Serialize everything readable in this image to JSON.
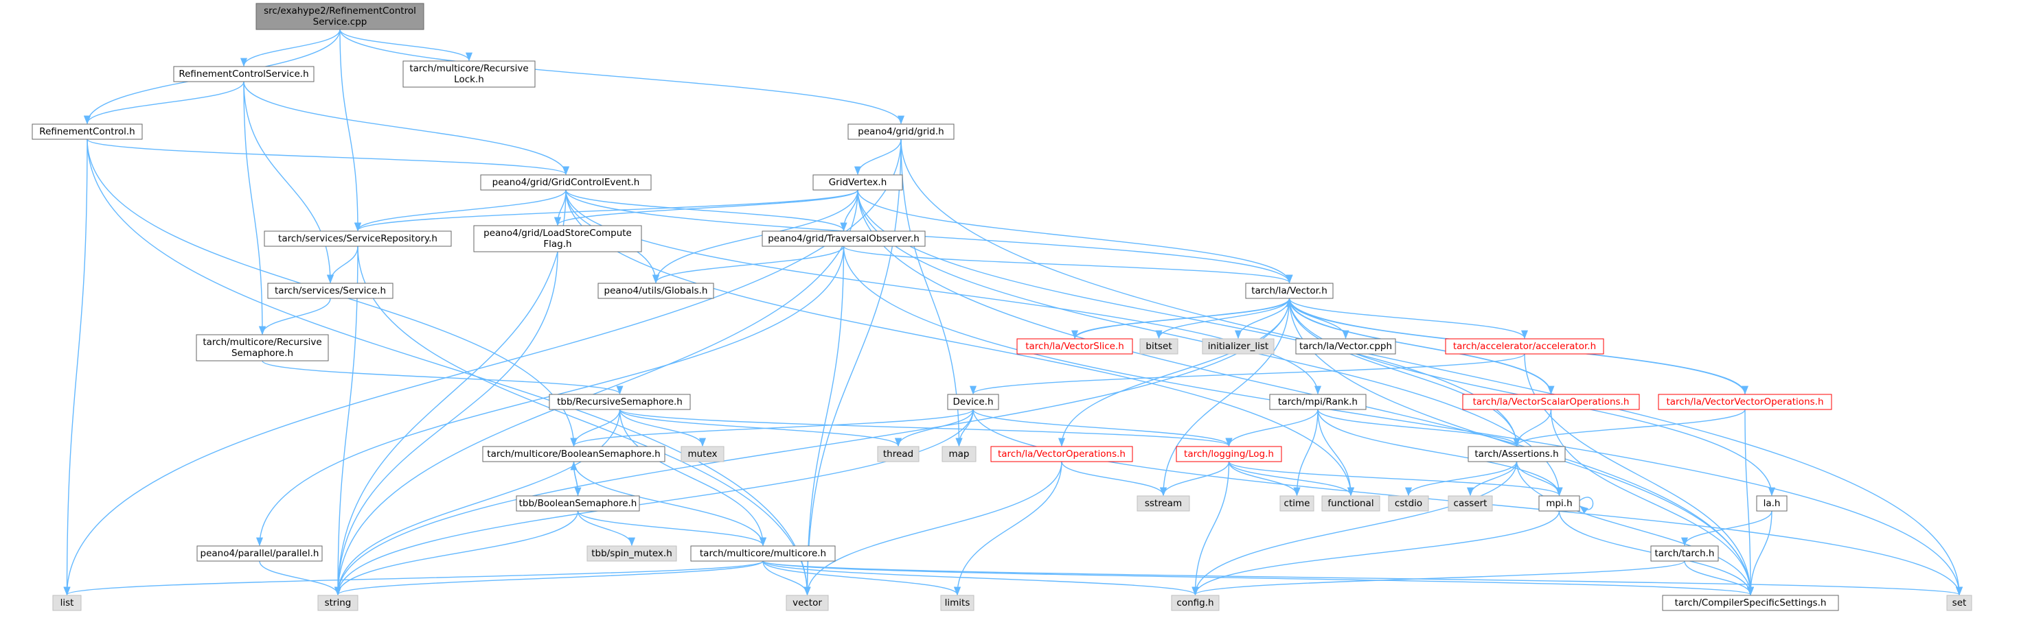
{
  "nodes": {
    "root": {
      "lines": [
        "src/exahype2/RefinementControl",
        "Service.cpp"
      ],
      "style": "root"
    },
    "rcs_h": {
      "lines": [
        "RefinementControlService.h"
      ],
      "style": "normal"
    },
    "rlock": {
      "lines": [
        "tarch/multicore/Recursive",
        "Lock.h"
      ],
      "style": "normal"
    },
    "rc_h": {
      "lines": [
        "RefinementControl.h"
      ],
      "style": "normal"
    },
    "grid_h": {
      "lines": [
        "peano4/grid/grid.h"
      ],
      "style": "normal"
    },
    "gce": {
      "lines": [
        "peano4/grid/GridControlEvent.h"
      ],
      "style": "normal"
    },
    "gv": {
      "lines": [
        "GridVertex.h"
      ],
      "style": "normal"
    },
    "srepo": {
      "lines": [
        "tarch/services/ServiceRepository.h"
      ],
      "style": "normal"
    },
    "lscf": {
      "lines": [
        "peano4/grid/LoadStoreCompute",
        "Flag.h"
      ],
      "style": "normal"
    },
    "tobs": {
      "lines": [
        "peano4/grid/TraversalObserver.h"
      ],
      "style": "normal"
    },
    "service": {
      "lines": [
        "tarch/services/Service.h"
      ],
      "style": "normal"
    },
    "globals": {
      "lines": [
        "peano4/utils/Globals.h"
      ],
      "style": "normal"
    },
    "vec": {
      "lines": [
        "tarch/la/Vector.h"
      ],
      "style": "normal"
    },
    "rsem": {
      "lines": [
        "tarch/multicore/Recursive",
        "Semaphore.h"
      ],
      "style": "normal"
    },
    "vslice": {
      "lines": [
        "tarch/la/VectorSlice.h"
      ],
      "style": "red"
    },
    "bitset": {
      "lines": [
        "bitset"
      ],
      "style": "gray"
    },
    "initlist": {
      "lines": [
        "initializer_list"
      ],
      "style": "gray"
    },
    "veccpph": {
      "lines": [
        "tarch/la/Vector.cpph"
      ],
      "style": "normal"
    },
    "accel": {
      "lines": [
        "tarch/accelerator/accelerator.h"
      ],
      "style": "red"
    },
    "tbbrsem": {
      "lines": [
        "tbb/RecursiveSemaphore.h"
      ],
      "style": "normal"
    },
    "device": {
      "lines": [
        "Device.h"
      ],
      "style": "normal"
    },
    "rank": {
      "lines": [
        "tarch/mpi/Rank.h"
      ],
      "style": "normal"
    },
    "vsops": {
      "lines": [
        "tarch/la/VectorScalarOperations.h"
      ],
      "style": "red"
    },
    "vvops": {
      "lines": [
        "tarch/la/VectorVectorOperations.h"
      ],
      "style": "red"
    },
    "boolsem": {
      "lines": [
        "tarch/multicore/BooleanSemaphore.h"
      ],
      "style": "normal"
    },
    "mutex": {
      "lines": [
        "mutex"
      ],
      "style": "gray"
    },
    "thread": {
      "lines": [
        "thread"
      ],
      "style": "gray"
    },
    "map": {
      "lines": [
        "map"
      ],
      "style": "gray"
    },
    "vops": {
      "lines": [
        "tarch/la/VectorOperations.h"
      ],
      "style": "red"
    },
    "log": {
      "lines": [
        "tarch/logging/Log.h"
      ],
      "style": "red"
    },
    "assert": {
      "lines": [
        "tarch/Assertions.h"
      ],
      "style": "normal"
    },
    "tbbbool": {
      "lines": [
        "tbb/BooleanSemaphore.h"
      ],
      "style": "normal"
    },
    "sstream": {
      "lines": [
        "sstream"
      ],
      "style": "gray"
    },
    "ctime": {
      "lines": [
        "ctime"
      ],
      "style": "gray"
    },
    "functional": {
      "lines": [
        "functional"
      ],
      "style": "gray"
    },
    "cstdio": {
      "lines": [
        "cstdio"
      ],
      "style": "gray"
    },
    "cassert": {
      "lines": [
        "cassert"
      ],
      "style": "gray"
    },
    "mpi": {
      "lines": [
        "mpi.h"
      ],
      "style": "normal"
    },
    "la": {
      "lines": [
        "la.h"
      ],
      "style": "normal"
    },
    "spin": {
      "lines": [
        "tbb/spin_mutex.h"
      ],
      "style": "gray"
    },
    "parallel": {
      "lines": [
        "peano4/parallel/parallel.h"
      ],
      "style": "normal"
    },
    "multicore": {
      "lines": [
        "tarch/multicore/multicore.h"
      ],
      "style": "normal"
    },
    "tarch": {
      "lines": [
        "tarch/tarch.h"
      ],
      "style": "normal"
    },
    "list": {
      "lines": [
        "list"
      ],
      "style": "gray"
    },
    "string": {
      "lines": [
        "string"
      ],
      "style": "gray"
    },
    "vector": {
      "lines": [
        "vector"
      ],
      "style": "gray"
    },
    "limits": {
      "lines": [
        "limits"
      ],
      "style": "gray"
    },
    "config": {
      "lines": [
        "config.h"
      ],
      "style": "gray"
    },
    "css": {
      "lines": [
        "tarch/CompilerSpecificSettings.h"
      ],
      "style": "normal"
    },
    "set": {
      "lines": [
        "set"
      ],
      "style": "gray"
    }
  },
  "edges": [
    [
      "root",
      "rcs_h"
    ],
    [
      "root",
      "rlock"
    ],
    [
      "root",
      "rc_h"
    ],
    [
      "root",
      "grid_h"
    ],
    [
      "root",
      "srepo"
    ],
    [
      "rcs_h",
      "rc_h"
    ],
    [
      "rcs_h",
      "gce"
    ],
    [
      "rcs_h",
      "service"
    ],
    [
      "rcs_h",
      "rsem"
    ],
    [
      "rc_h",
      "gce"
    ],
    [
      "rc_h",
      "list"
    ],
    [
      "rc_h",
      "vector"
    ],
    [
      "rc_h",
      "boolsem"
    ],
    [
      "grid_h",
      "gv"
    ],
    [
      "grid_h",
      "list"
    ],
    [
      "grid_h",
      "vector"
    ],
    [
      "grid_h",
      "map"
    ],
    [
      "grid_h",
      "set"
    ],
    [
      "gce",
      "srepo"
    ],
    [
      "gce",
      "lscf"
    ],
    [
      "gce",
      "tobs"
    ],
    [
      "gce",
      "globals"
    ],
    [
      "gce",
      "vec"
    ],
    [
      "gce",
      "string"
    ],
    [
      "gce",
      "rank"
    ],
    [
      "gce",
      "functional"
    ],
    [
      "gv",
      "lscf"
    ],
    [
      "gv",
      "tobs"
    ],
    [
      "gv",
      "globals"
    ],
    [
      "gv",
      "vec"
    ],
    [
      "gv",
      "string"
    ],
    [
      "gv",
      "mpi"
    ],
    [
      "gv",
      "css"
    ],
    [
      "gv",
      "assert"
    ],
    [
      "gv",
      "srepo"
    ],
    [
      "srepo",
      "service"
    ],
    [
      "srepo",
      "string"
    ],
    [
      "srepo",
      "vector"
    ],
    [
      "lscf",
      "string"
    ],
    [
      "tobs",
      "globals"
    ],
    [
      "tobs",
      "vec"
    ],
    [
      "tobs",
      "parallel"
    ],
    [
      "tobs",
      "vector"
    ],
    [
      "tobs",
      "set"
    ],
    [
      "service",
      "rsem"
    ],
    [
      "rsem",
      "tbbrsem"
    ],
    [
      "vec",
      "vslice"
    ],
    [
      "vec",
      "bitset"
    ],
    [
      "vec",
      "initlist"
    ],
    [
      "vec",
      "veccpph"
    ],
    [
      "vec",
      "accel"
    ],
    [
      "vec",
      "vsops"
    ],
    [
      "vec",
      "vvops"
    ],
    [
      "vec",
      "vops"
    ],
    [
      "vec",
      "string"
    ],
    [
      "vec",
      "sstream"
    ],
    [
      "vec",
      "assert"
    ],
    [
      "vec",
      "css"
    ],
    [
      "vec",
      "la"
    ],
    [
      "vslice",
      "vec"
    ],
    [
      "vsops",
      "vec"
    ],
    [
      "vvops",
      "vec"
    ],
    [
      "accel",
      "device"
    ],
    [
      "accel",
      "css"
    ],
    [
      "tbbrsem",
      "boolsem"
    ],
    [
      "tbbrsem",
      "mutex"
    ],
    [
      "tbbrsem",
      "thread"
    ],
    [
      "tbbrsem",
      "multicore"
    ],
    [
      "tbbrsem",
      "log"
    ],
    [
      "tbbrsem",
      "string"
    ],
    [
      "device",
      "boolsem"
    ],
    [
      "device",
      "thread"
    ],
    [
      "device",
      "map"
    ],
    [
      "device",
      "log"
    ],
    [
      "device",
      "set"
    ],
    [
      "device",
      "string"
    ],
    [
      "rank",
      "log"
    ],
    [
      "rank",
      "assert"
    ],
    [
      "rank",
      "ctime"
    ],
    [
      "rank",
      "functional"
    ],
    [
      "rank",
      "mpi"
    ],
    [
      "vsops",
      "assert"
    ],
    [
      "vsops",
      "css"
    ],
    [
      "vvops",
      "assert"
    ],
    [
      "vvops",
      "css"
    ],
    [
      "boolsem",
      "tbbbool"
    ],
    [
      "boolsem",
      "multicore"
    ],
    [
      "tbbbool",
      "boolsem"
    ],
    [
      "tbbbool",
      "spin"
    ],
    [
      "tbbbool",
      "multicore"
    ],
    [
      "tbbbool",
      "string"
    ],
    [
      "vops",
      "sstream"
    ],
    [
      "vops",
      "limits"
    ],
    [
      "vops",
      "vector"
    ],
    [
      "log",
      "sstream"
    ],
    [
      "log",
      "ctime"
    ],
    [
      "log",
      "functional"
    ],
    [
      "log",
      "config"
    ],
    [
      "log",
      "mpi"
    ],
    [
      "assert",
      "cstdio"
    ],
    [
      "assert",
      "cassert"
    ],
    [
      "assert",
      "mpi"
    ],
    [
      "assert",
      "config"
    ],
    [
      "assert",
      "css"
    ],
    [
      "mpi",
      "mpi"
    ],
    [
      "mpi",
      "config"
    ],
    [
      "mpi",
      "css"
    ],
    [
      "la",
      "tarch"
    ],
    [
      "la",
      "css"
    ],
    [
      "tarch",
      "config"
    ],
    [
      "tarch",
      "css"
    ],
    [
      "parallel",
      "string"
    ],
    [
      "multicore",
      "list"
    ],
    [
      "multicore",
      "string"
    ],
    [
      "multicore",
      "vector"
    ],
    [
      "multicore",
      "limits"
    ],
    [
      "multicore",
      "config"
    ],
    [
      "multicore",
      "css"
    ],
    [
      "multicore",
      "set"
    ]
  ],
  "colors": {
    "edge": "#63b8ff",
    "root_fill": "#999999",
    "gray_fill": "#e0e0e0",
    "red": "#ff0000"
  }
}
